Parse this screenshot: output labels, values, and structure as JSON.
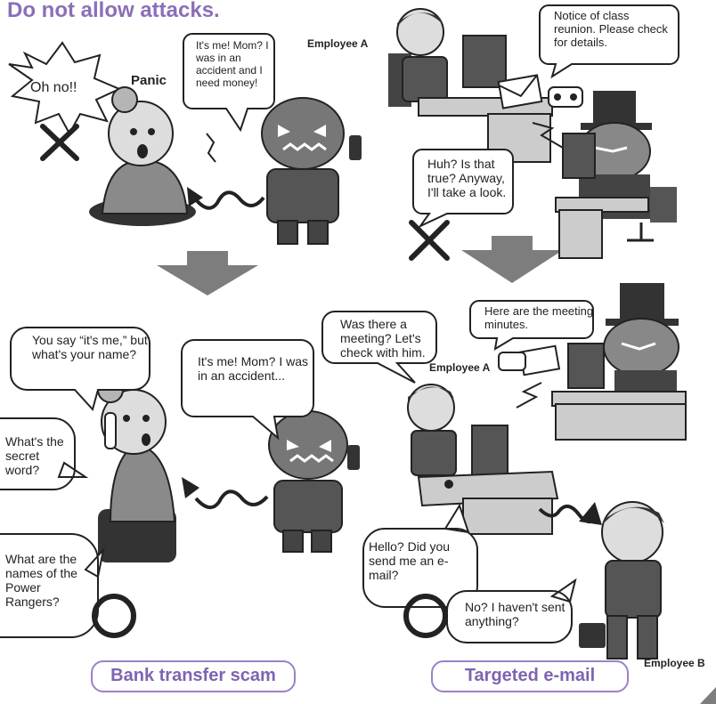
{
  "title": "Do not allow attacks.",
  "labels": {
    "panic": "Panic",
    "employee_a_top": "Employee A",
    "employee_a_bottom": "Employee A",
    "employee_b": "Employee B"
  },
  "bubbles": {
    "oh_no": "Oh no!!",
    "mom_top": "It's me! Mom? I was in an accident and I need money!",
    "notice": "Notice of class reunion. Please check for details.",
    "huh": "Huh? Is that true? Anyway, I'll take a look.",
    "you_say": "You say “it's me,” but what's your name?",
    "mom_bottom": "It's me! Mom? I was in an accident...",
    "meeting_q": "Was there a meeting? Let's check with him.",
    "minutes": "Here are the meeting minutes.",
    "secret": "What's the secret word?",
    "rangers": "What are the names of the Power Rangers?",
    "hello": "Hello? Did you send me an e-mail?",
    "no_sent": "No? I haven't sent anything?"
  },
  "captions": {
    "left": "Bank transfer scam",
    "right": "Targeted e-mail"
  },
  "colors": {
    "title_purple": "#8a6fb8",
    "caption_border": "#9b82c8",
    "arrow_gray": "#7d7d7d"
  }
}
